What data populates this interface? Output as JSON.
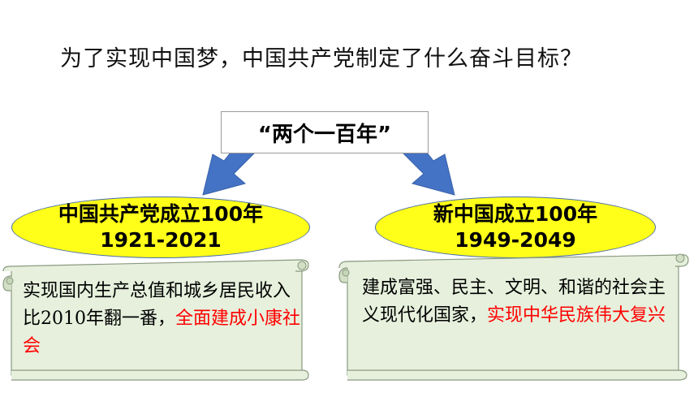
{
  "question": "为了实现中国梦，中国共产党制定了什么奋斗目标？",
  "center_label": "“两个一百年”",
  "left_goal": {
    "title": "中国共产党成立100年",
    "years": "1921-2021",
    "text_black": "实现国内生产总值和城乡居民收入比2010年翻一番，",
    "text_red": "全面建成小康社会"
  },
  "right_goal": {
    "title": "新中国成立100年",
    "years": "1949-2049",
    "text_black": "建成富强、民主、文明、和谐的社会主义现代化国家，",
    "text_red": "实现中华民族伟大复兴"
  },
  "colors": {
    "oval_fill": "#ffff19",
    "scroll_fill": "#e6f0dc",
    "arrow_blue": "#4472c4",
    "highlight_red": "#ff0000"
  }
}
